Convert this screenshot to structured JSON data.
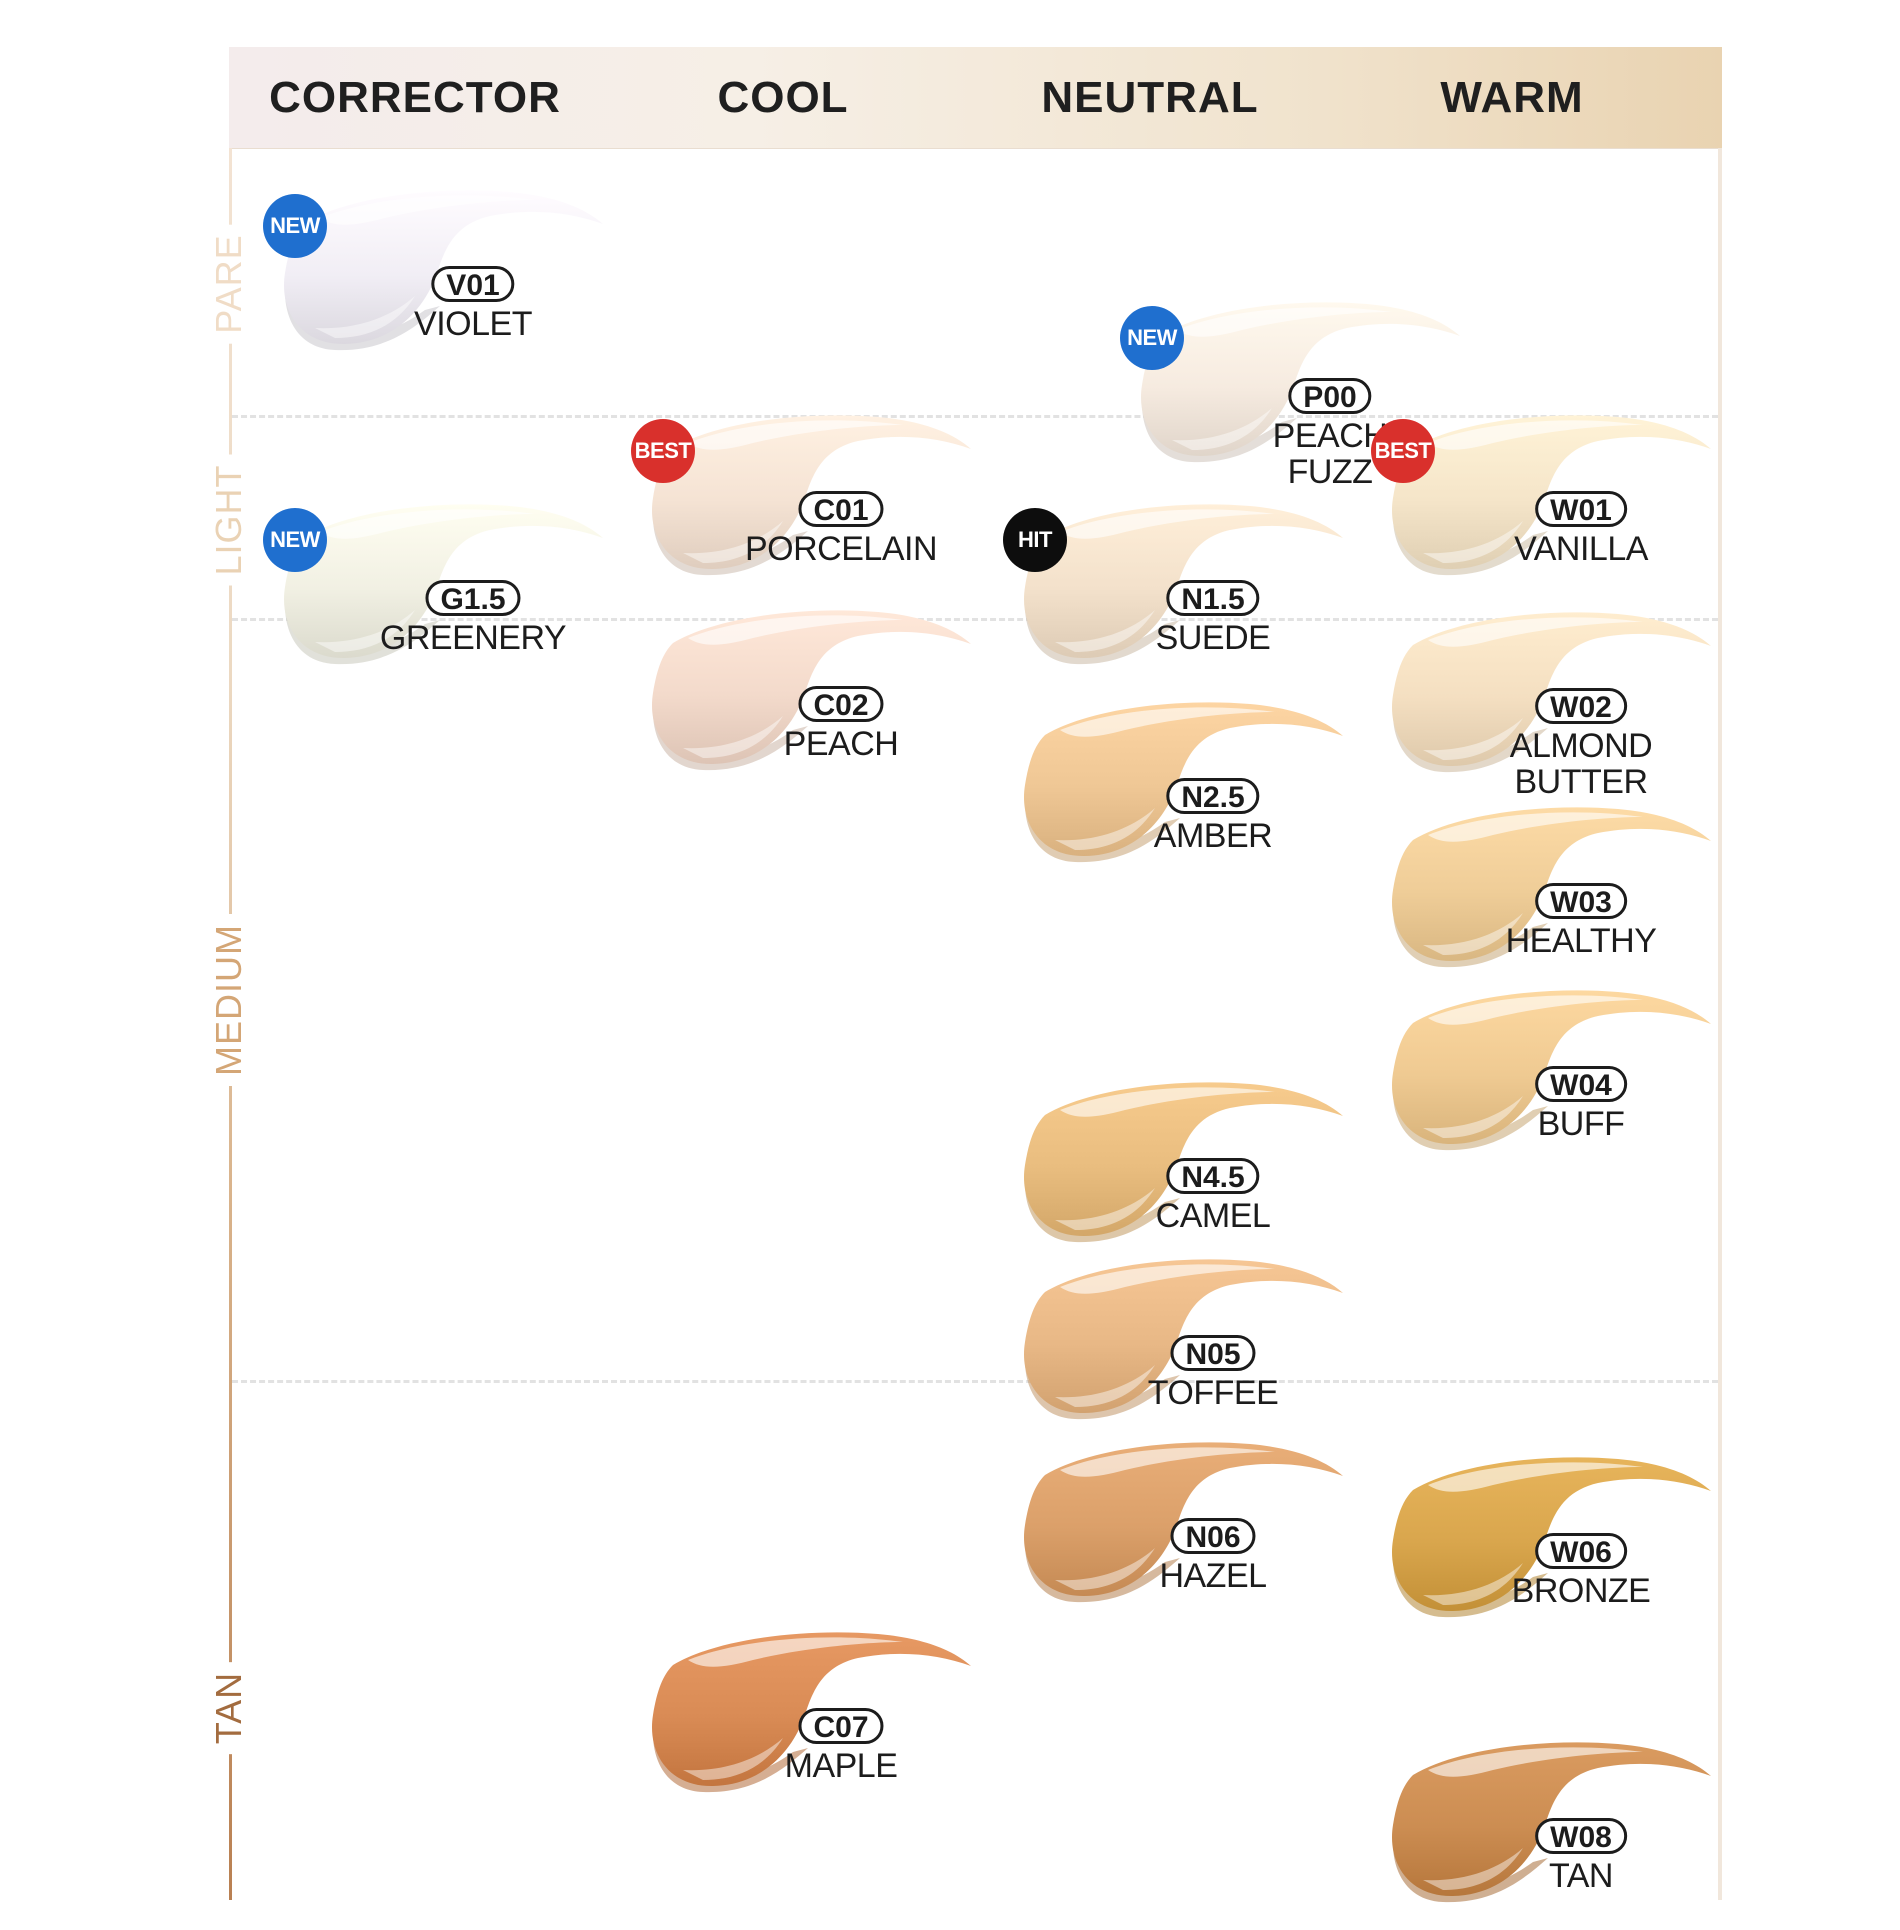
{
  "columns": [
    "CORRECTOR",
    "COOL",
    "NEUTRAL",
    "WARM"
  ],
  "tiers": [
    {
      "label": "PARE",
      "color": "#f0dcc6"
    },
    {
      "label": "LIGHT",
      "color": "#ead2b4"
    },
    {
      "label": "MEDIUM",
      "color": "#d4a676"
    },
    {
      "label": "TAN",
      "color": "#a36c3f"
    }
  ],
  "badges": {
    "NEW": {
      "text": "NEW",
      "color": "#1f6fcf"
    },
    "BEST": {
      "text": "BEST",
      "color": "#d9302c"
    },
    "HIT": {
      "text": "HIT",
      "color": "#0d0d0d"
    }
  },
  "shades": [
    {
      "code": "V01",
      "name": "VIOLET",
      "column": "CORRECTOR",
      "color": "#f1eef5",
      "badge": "NEW"
    },
    {
      "code": "G1.5",
      "name": "GREENERY",
      "column": "CORRECTOR",
      "color": "#f1f0e3",
      "badge": "NEW"
    },
    {
      "code": "C01",
      "name": "PORCELAIN",
      "column": "COOL",
      "color": "#f5e3d4",
      "badge": "BEST"
    },
    {
      "code": "C02",
      "name": "PEACH",
      "column": "COOL",
      "color": "#f3dacb",
      "badge": null
    },
    {
      "code": "C07",
      "name": "MAPLE",
      "column": "COOL",
      "color": "#d98b55",
      "badge": null
    },
    {
      "code": "P00",
      "name": "PEACH\nFUZZ",
      "column": "NEUTRAL",
      "color": "#f6ebe0",
      "badge": "NEW"
    },
    {
      "code": "N1.5",
      "name": "SUEDE",
      "column": "NEUTRAL",
      "color": "#f3e1cb",
      "badge": "HIT"
    },
    {
      "code": "N2.5",
      "name": "AMBER",
      "column": "NEUTRAL",
      "color": "#efc795",
      "badge": null
    },
    {
      "code": "N4.5",
      "name": "CAMEL",
      "column": "NEUTRAL",
      "color": "#e9bd7f",
      "badge": null
    },
    {
      "code": "N05",
      "name": "TOFFEE",
      "column": "NEUTRAL",
      "color": "#e8b886",
      "badge": null
    },
    {
      "code": "N06",
      "name": "HAZEL",
      "column": "NEUTRAL",
      "color": "#dba06a",
      "badge": null
    },
    {
      "code": "W01",
      "name": "VANILLA",
      "column": "WARM",
      "color": "#f5e5c9",
      "badge": "BEST"
    },
    {
      "code": "W02",
      "name": "ALMOND\nBUTTER",
      "column": "WARM",
      "color": "#f4dfc1",
      "badge": null
    },
    {
      "code": "W03",
      "name": "HEALTHY",
      "column": "WARM",
      "color": "#efcd98",
      "badge": null
    },
    {
      "code": "W04",
      "name": "BUFF",
      "column": "WARM",
      "color": "#efca92",
      "badge": null
    },
    {
      "code": "W06",
      "name": "BRONZE",
      "column": "WARM",
      "color": "#d9a64d",
      "badge": null
    },
    {
      "code": "W08",
      "name": "TAN",
      "column": "WARM",
      "color": "#cc8d52",
      "badge": null
    }
  ]
}
